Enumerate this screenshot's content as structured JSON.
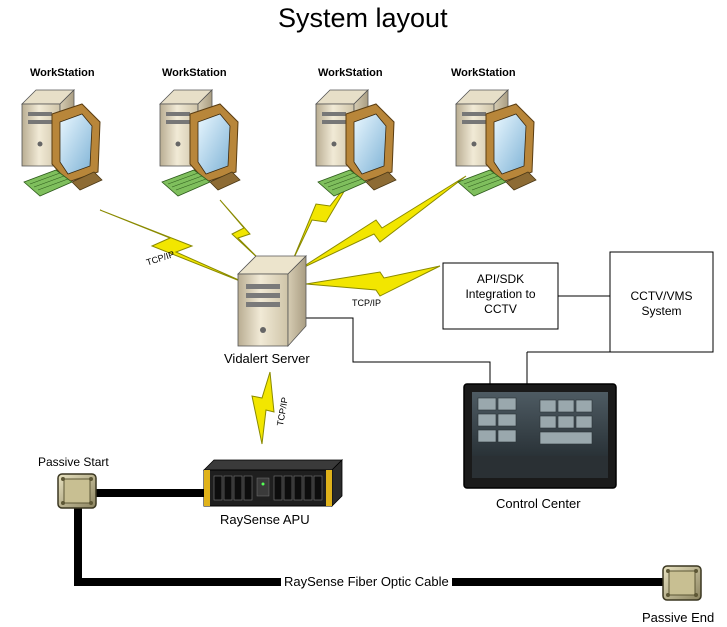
{
  "title": "System layout",
  "workstations": [
    {
      "label": "WorkStation"
    },
    {
      "label": "WorkStation"
    },
    {
      "label": "WorkStation"
    },
    {
      "label": "WorkStation"
    }
  ],
  "server": {
    "label": "Vidalert Server"
  },
  "links": {
    "tcp_left": "TCP/IP",
    "tcp_right": "TCP/IP",
    "tcp_down": "TCP/IP"
  },
  "api_box": {
    "line1": "API/SDK",
    "line2": "Integration to",
    "line3": "CCTV"
  },
  "cctv_box": {
    "line1": "CCTV/VMS",
    "line2": "System"
  },
  "control_center": {
    "label": "Control Center"
  },
  "apu": {
    "label": "RaySense APU"
  },
  "passive_start": {
    "label": "Passive Start"
  },
  "passive_end": {
    "label": "Passive End"
  },
  "cable": {
    "label": "RaySense Fiber Optic Cable"
  },
  "colors": {
    "bolt": "#f2e600",
    "bolt_stroke": "#8a8a00",
    "cable": "#000000",
    "box_stroke": "#000000"
  },
  "icons": {
    "workstation": "computer-icon",
    "server": "server-tower-icon",
    "apu": "rack-unit-icon",
    "monitor": "monitor-icon",
    "connector": "fiber-connector-icon"
  }
}
